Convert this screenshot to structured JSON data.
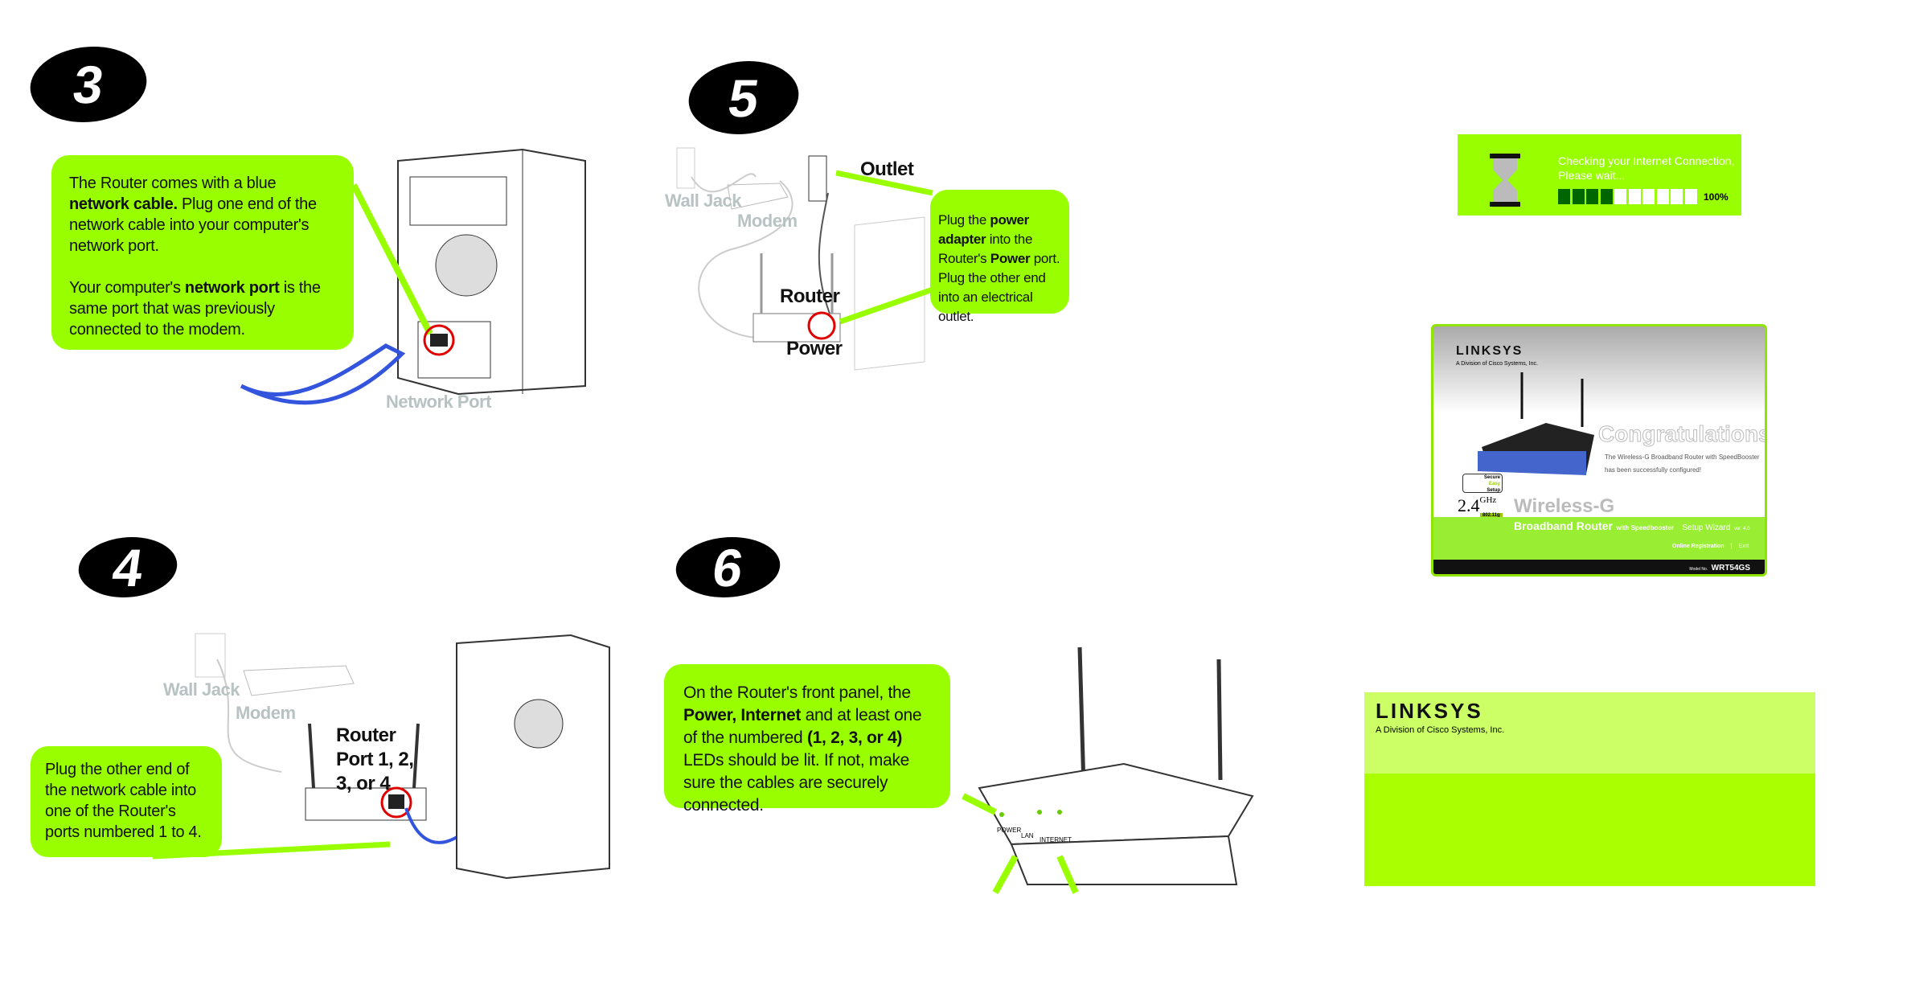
{
  "steps": {
    "s3": {
      "number": "3",
      "callout_p1_a": "The Router comes with a blue ",
      "callout_p1_b": "network cable.",
      "callout_p1_c": " Plug one end of the network cable into your computer's network port.",
      "callout_p2_a": "Your computer's ",
      "callout_p2_b": "network port",
      "callout_p2_c": " is the same port that was previously connected to the modem.",
      "label_network_port": "Network Port"
    },
    "s4": {
      "number": "4",
      "label_wall_jack": "Wall Jack",
      "label_modem": "Modem",
      "label_router_line1": "Router",
      "label_router_line2": "Port 1, 2,",
      "label_router_line3": "3, or 4",
      "callout": "Plug the other end of the network cable into one of the Router's ports numbered 1 to 4."
    },
    "s5": {
      "number": "5",
      "label_wall_jack": "Wall Jack",
      "label_modem": "Modem",
      "label_outlet": "Outlet",
      "label_router": "Router",
      "label_power": "Power",
      "callout_a": "Plug the ",
      "callout_b": "power adapter",
      "callout_c": " into the Router's ",
      "callout_d": "Power",
      "callout_e": " port. Plug the other end into an electrical outlet."
    },
    "s6": {
      "number": "6",
      "callout_a": "On the Router's front panel, the ",
      "callout_b": "Power, Internet",
      "callout_c": " and at least one of the numbered ",
      "callout_d": "(1, 2, 3, or  4)",
      "callout_e": " LEDs should be lit.  If not, make sure the cables are securely connected.",
      "led_power": "POWER",
      "led_lan": "LAN",
      "led_internet": "INTERNET"
    }
  },
  "progress_screen": {
    "line1": "Checking your Internet Connection,",
    "line2": "Please wait...",
    "percent_label": "100%",
    "segments_total": 10,
    "segments_filled": 4,
    "icon": "hourglass-icon",
    "colors": {
      "bg": "#99ff00",
      "filled": "#006600",
      "empty": "#ffffff"
    }
  },
  "wizard_screen": {
    "brand": "LINKSYS",
    "brand_sub": "A Division of Cisco Systems, Inc.",
    "headline": "Congratulations",
    "message_line1": "The Wireless-G Broadband Router with SpeedBooster",
    "message_line2": "has been successfully configured!",
    "ses_line1": "Secure",
    "ses_line2": "Easy",
    "ses_line3": "Setup",
    "ghz": "2.4",
    "ghz_unit": "GHz",
    "standard": "802.11g",
    "product_line": "Wireless-G",
    "bar_title": "Broadband Router",
    "bar_with": "with Speedbooster",
    "bar_wizard": "Setup Wizard",
    "bar_version": "ver. 4.0",
    "link_registration": "Online Registration",
    "link_exit": "Exit",
    "model_label": "Model No.",
    "model": "WRT54GS"
  },
  "bottom_panel": {
    "brand": "LINKSYS",
    "brand_sub": "A Division of Cisco Systems, Inc."
  },
  "colors": {
    "callout_green": "#99ff00",
    "highlight_red": "#e00000",
    "cable_blue": "#3355dd"
  }
}
